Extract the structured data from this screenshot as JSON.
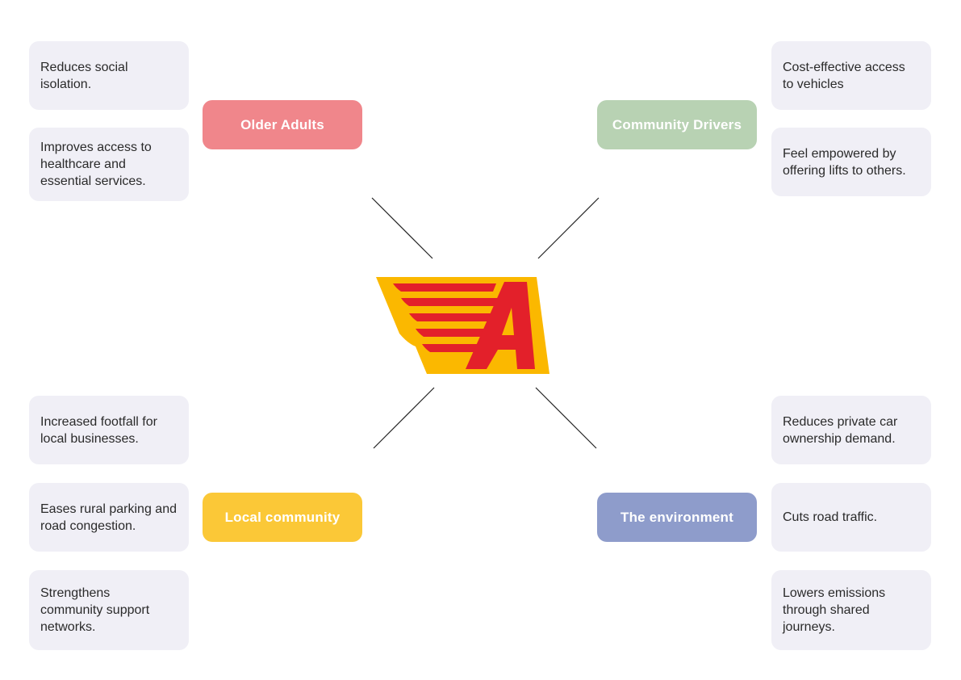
{
  "categories": {
    "older_adults": {
      "label": "Older Adults",
      "color": "#f0868b"
    },
    "community_drivers": {
      "label": "Community Drivers",
      "color": "#b8d2b3"
    },
    "local_community": {
      "label": "Local community",
      "color": "#fbc837"
    },
    "environment": {
      "label": "The environment",
      "color": "#8e9ccb"
    }
  },
  "benefits": {
    "older_adults": [
      "Reduces social isolation.",
      "Improves access to healthcare and essential services."
    ],
    "community_drivers": [
      "Cost-effective access to vehicles",
      "Feel empowered by offering lifts to others."
    ],
    "local_community": [
      "Increased footfall for local businesses.",
      "Eases rural parking and road congestion.",
      "Strengthens community support networks."
    ],
    "environment": [
      "Reduces private car ownership demand.",
      "Cuts road traffic.",
      "Lowers emissions through shared journeys."
    ]
  },
  "logo": {
    "name": "winged-a-logo",
    "primary_color": "#e3202a",
    "secondary_color": "#fbb800"
  }
}
